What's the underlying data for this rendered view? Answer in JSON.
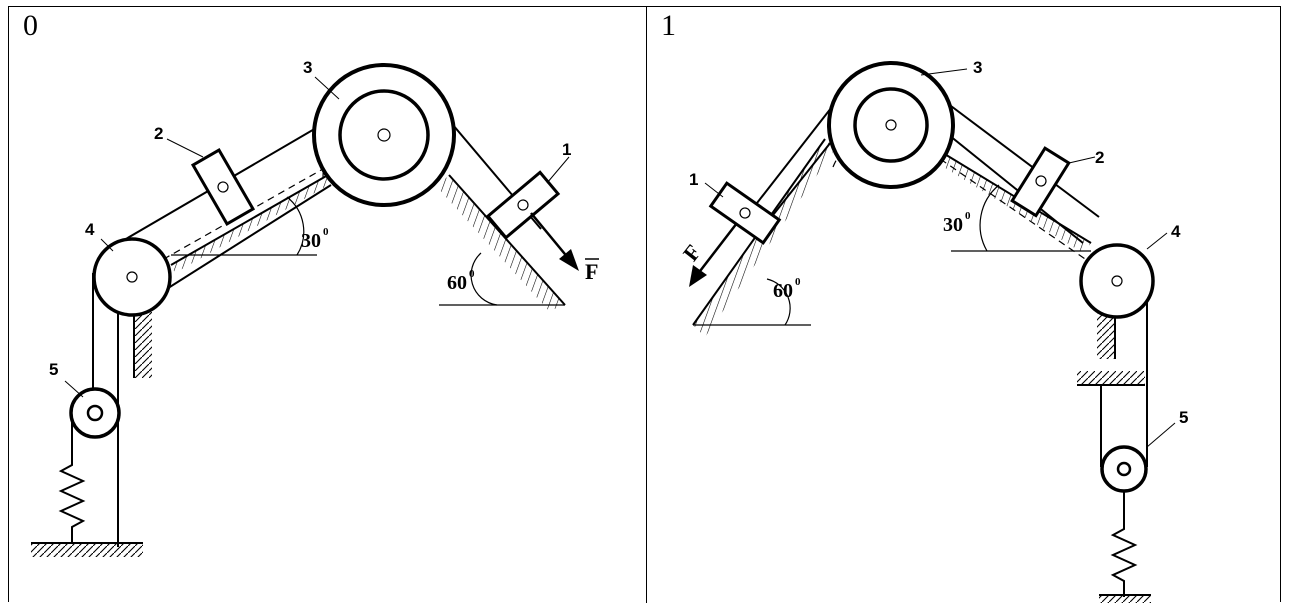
{
  "figures": [
    {
      "number": "0",
      "angle_left": "30",
      "angle_right": "60",
      "degree_mark": "0",
      "force_label": "F",
      "bodies": [
        "1",
        "2",
        "3",
        "4",
        "5"
      ]
    },
    {
      "number": "1",
      "angle_left": "60",
      "angle_right": "30",
      "degree_mark": "0",
      "force_label": "F",
      "bodies": [
        "1",
        "2",
        "3",
        "4",
        "5"
      ]
    }
  ]
}
